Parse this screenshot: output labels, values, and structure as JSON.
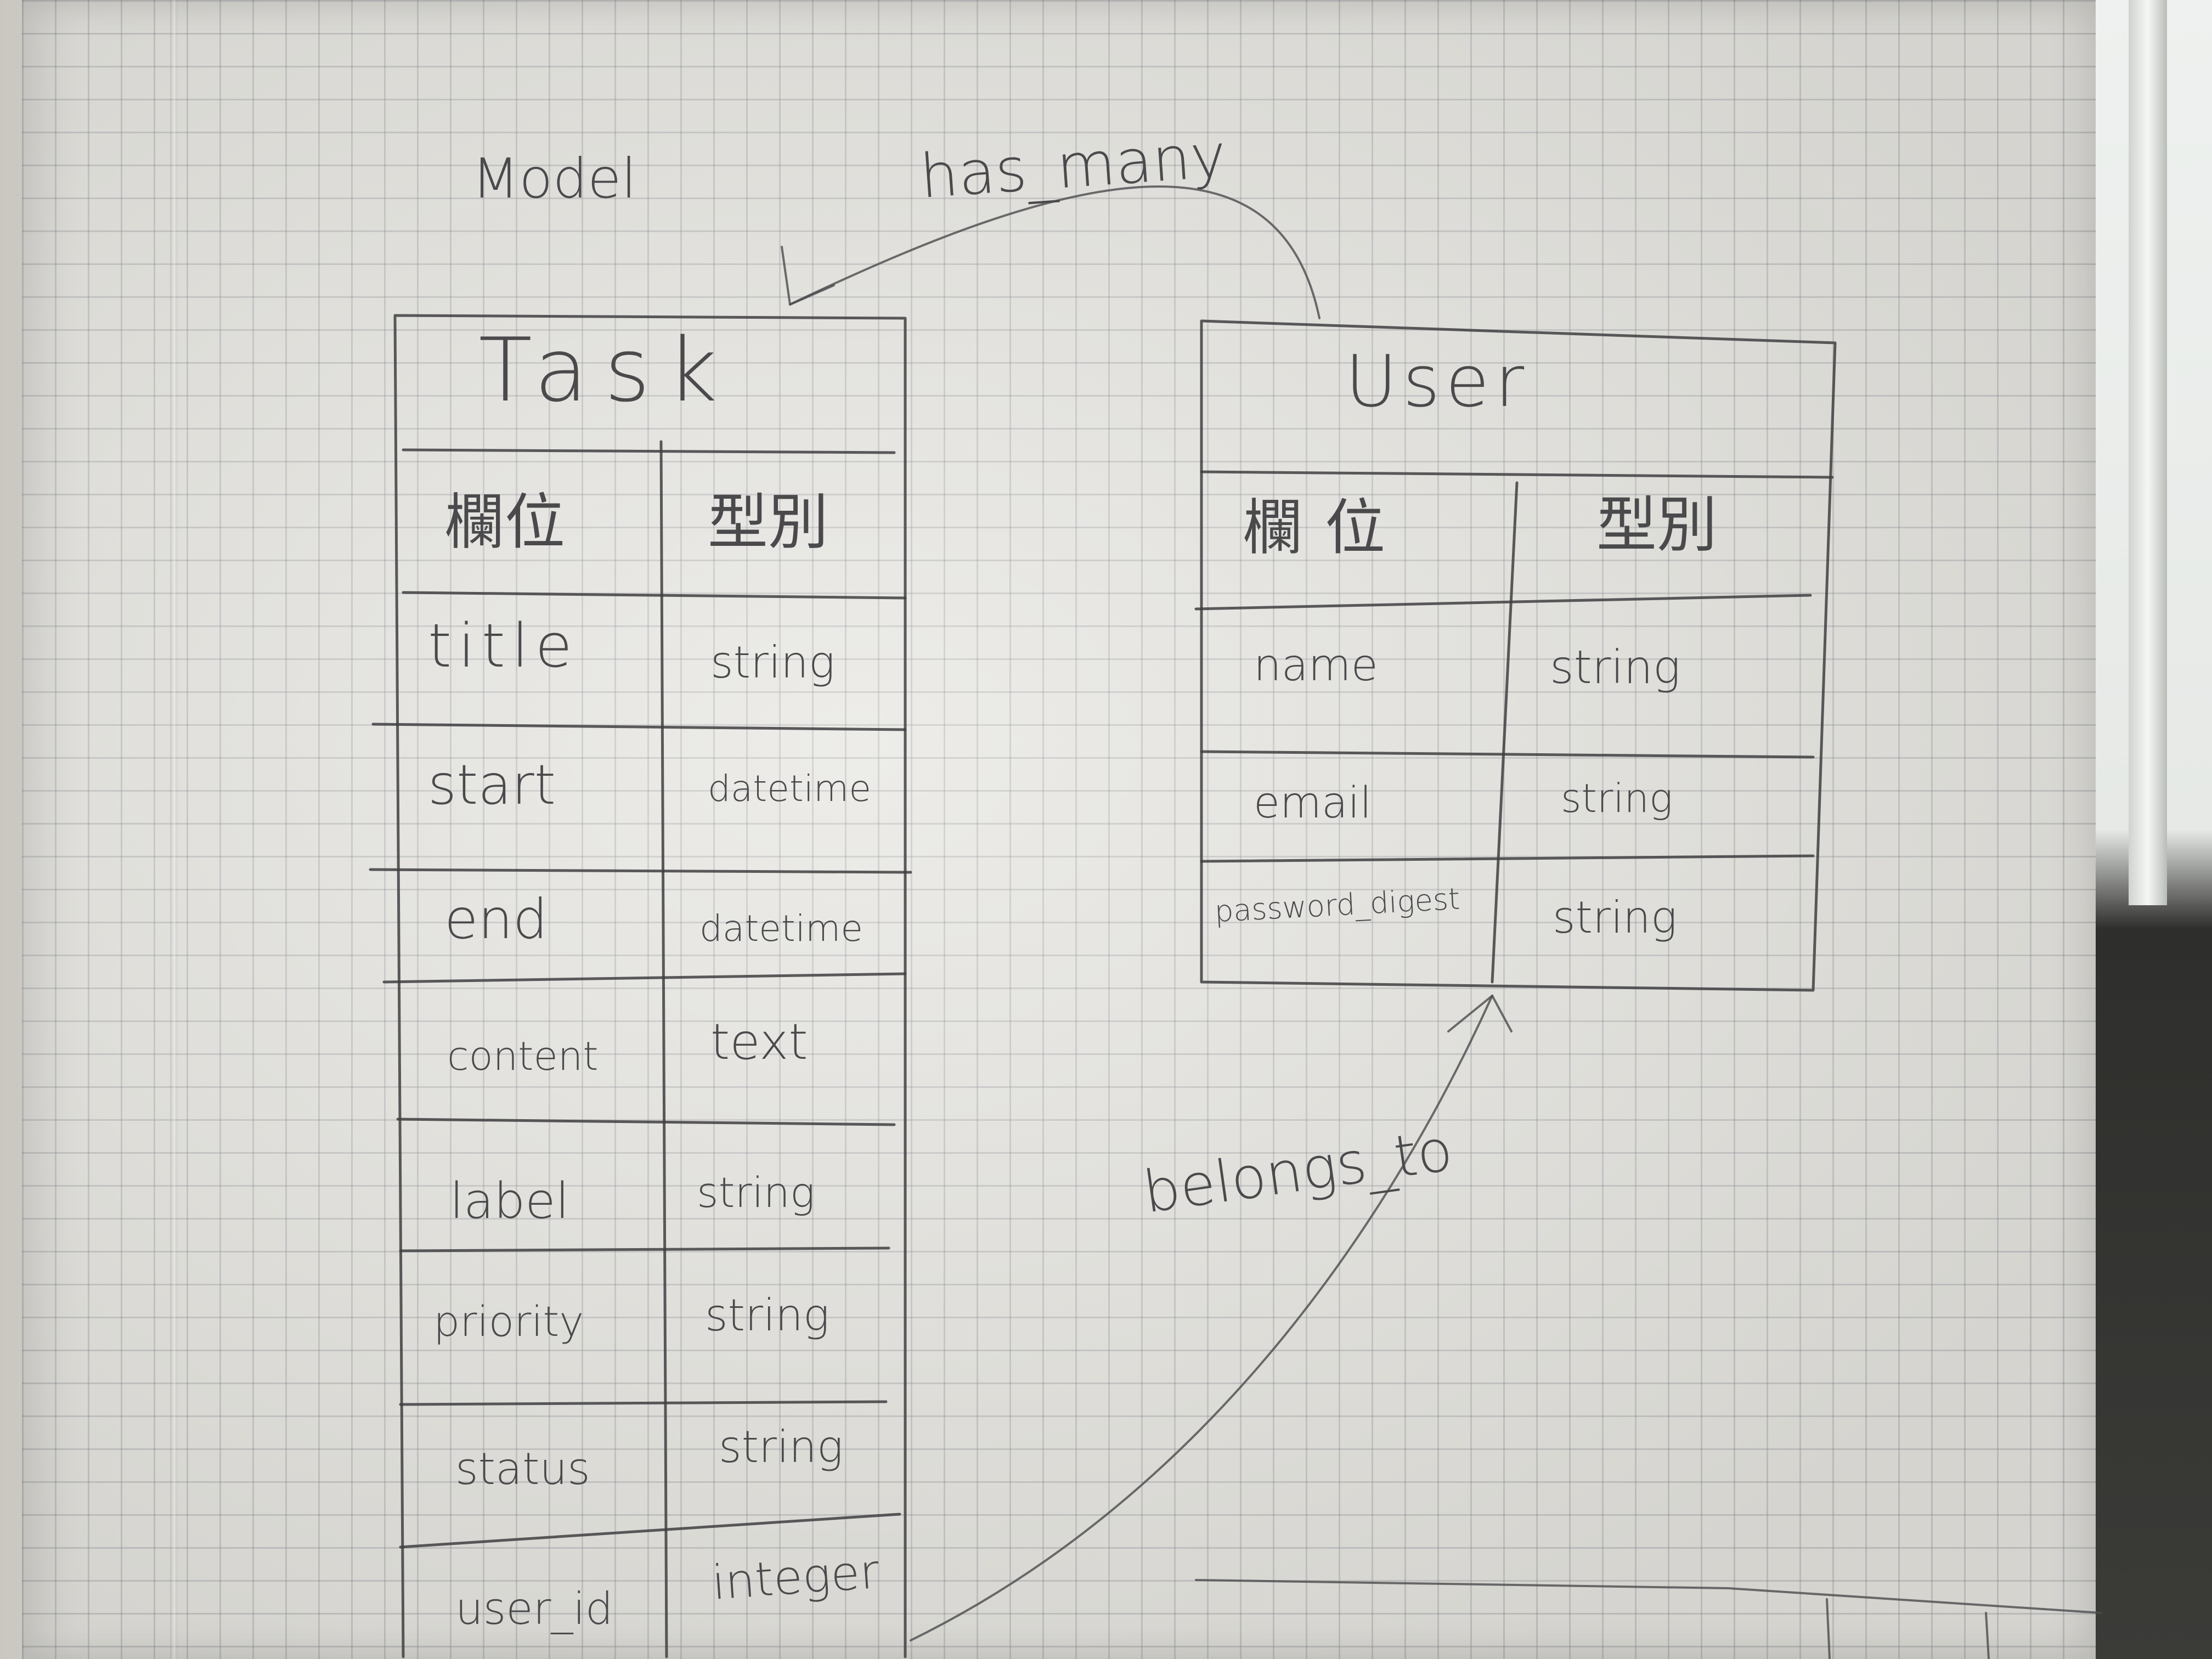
{
  "title": "Model",
  "relations": {
    "has_many": "has_many",
    "belongs_to": "belongs_to"
  },
  "task": {
    "name": "Task",
    "header": {
      "field": "欄位",
      "type": "型別"
    },
    "rows": [
      {
        "field": "title",
        "type": "string"
      },
      {
        "field": "start",
        "type": "datetime"
      },
      {
        "field": "end",
        "type": "datetime"
      },
      {
        "field": "content",
        "type": "text"
      },
      {
        "field": "label",
        "type": "string"
      },
      {
        "field": "priority",
        "type": "string"
      },
      {
        "field": "status",
        "type": "string"
      },
      {
        "field": "user_id",
        "type": "integer"
      }
    ]
  },
  "user": {
    "name": "User",
    "header": {
      "field": "欄位",
      "type": "型別"
    },
    "rows": [
      {
        "field": "name",
        "type": "string"
      },
      {
        "field": "email",
        "type": "string"
      },
      {
        "field": "password_digest",
        "type": "string"
      }
    ]
  },
  "colors": {
    "paper": "#e7e6e1",
    "grid": "#8a8f99",
    "pencil": "#3f3f42"
  }
}
